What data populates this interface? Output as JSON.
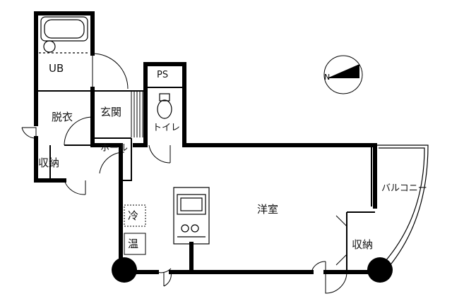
{
  "rooms": {
    "unit_bath": "UB",
    "pipe_space": "PS",
    "dressing": "脱衣",
    "entrance": "玄関",
    "toilet": "トイレ",
    "hall": "ホール",
    "storage_left": "収納",
    "western_room": "洋室",
    "balcony": "バルコニー",
    "storage_right": "収納"
  },
  "fixtures": {
    "fridge": "冷",
    "water_heater": "温"
  },
  "compass": {
    "north_label": "N"
  }
}
